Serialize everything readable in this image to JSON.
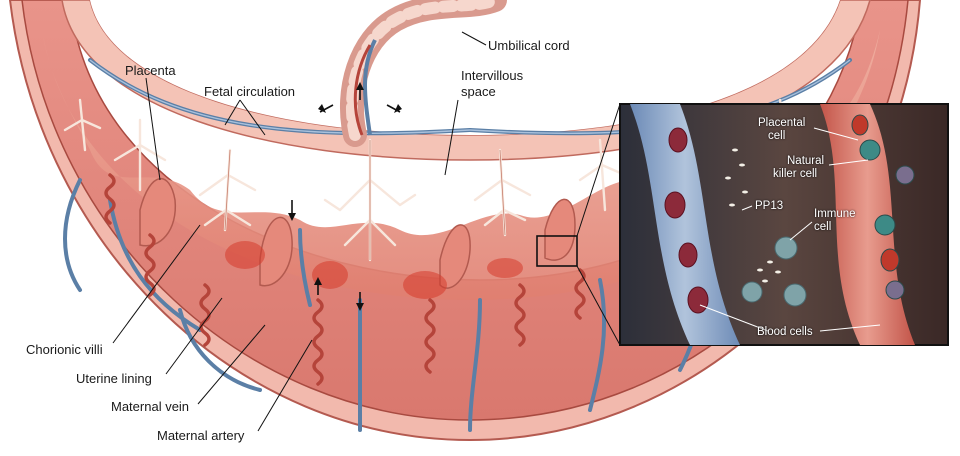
{
  "labels": {
    "umbilical_cord": "Umbilical cord",
    "placenta": "Placenta",
    "fetal_circulation": "Fetal circulation",
    "intervillous_space_1": "Intervillous",
    "intervillous_space_2": "space",
    "chorionic_villi": "Chorionic villi",
    "uterine_lining": "Uterine lining",
    "maternal_vein": "Maternal vein",
    "maternal_artery": "Maternal artery"
  },
  "inset": {
    "placental_cell_1": "Placental",
    "placental_cell_2": "cell",
    "natural_killer_1": "Natural",
    "natural_killer_2": "killer cell",
    "pp13": "PP13",
    "immune_cell_1": "Immune",
    "immune_cell_2": "cell",
    "blood_cells": "Blood cells"
  },
  "colors": {
    "tissue": "#e8897c",
    "tissue_light": "#f2b2a4",
    "villi": "#f7e6dc",
    "vein": "#5b7fa6",
    "artery": "#b5443a",
    "inset_bg": "#4a3a36",
    "inset_vessel_blue": "#8da7c9",
    "inset_vessel_red": "#d86a5e"
  }
}
